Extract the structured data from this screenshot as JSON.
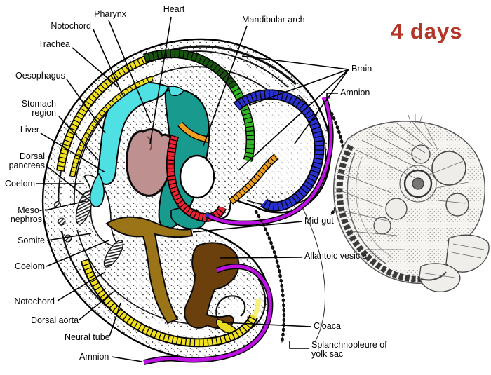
{
  "title": "4 days",
  "figure": {
    "kind": "embryology diagram",
    "subject": "Sagittal section of a 4-day embryo with colour-coded organs beside a stippled whole-embryo sketch"
  },
  "labels": {
    "pharynx": "Pharynx",
    "heart": "Heart",
    "notochord_upper": "Notochord",
    "mandibular_arch": "Mandibular arch",
    "trachea": "Trachea",
    "oesophagus": "Oesophagus",
    "brain": "Brain",
    "amnion_upper": "Amnion",
    "stomach_region": "Stomach region",
    "liver": "Liver",
    "dorsal_pancreas": "Dorsal pancreas",
    "coelom_upper": "Coelom",
    "mesonephros": "Meso-nephros",
    "somite": "Somite",
    "coelom_lower": "Coelom",
    "notochord_lower": "Notochord",
    "dorsal_aorta": "Dorsal aorta",
    "neural_tube": "Neural tube",
    "amnion_lower": "Amnion",
    "mid_gut": "Mid-gut",
    "allantoic_vesicle": "Allantoic vesicle",
    "cloaca": "Cloaca",
    "splanchnopleure": "Splanchnopleure of yolk sac"
  },
  "colors": {
    "neural_tube_yellow": "#F0E020",
    "gut_cyan": "#4FE0E4",
    "pericardium_teal": "#189A8F",
    "heart_pink": "#BE9090",
    "brain_red": "#E82530",
    "brain_orange": "#F0A020",
    "brain_blue": "#2830CF",
    "brain_green_bright": "#2FB822",
    "brain_green_dark": "#17550E",
    "amnion_purple": "#BE12E4",
    "midgut_olive": "#9C7418",
    "allantois_brown": "#6B400C",
    "title_red": "#B23527"
  }
}
